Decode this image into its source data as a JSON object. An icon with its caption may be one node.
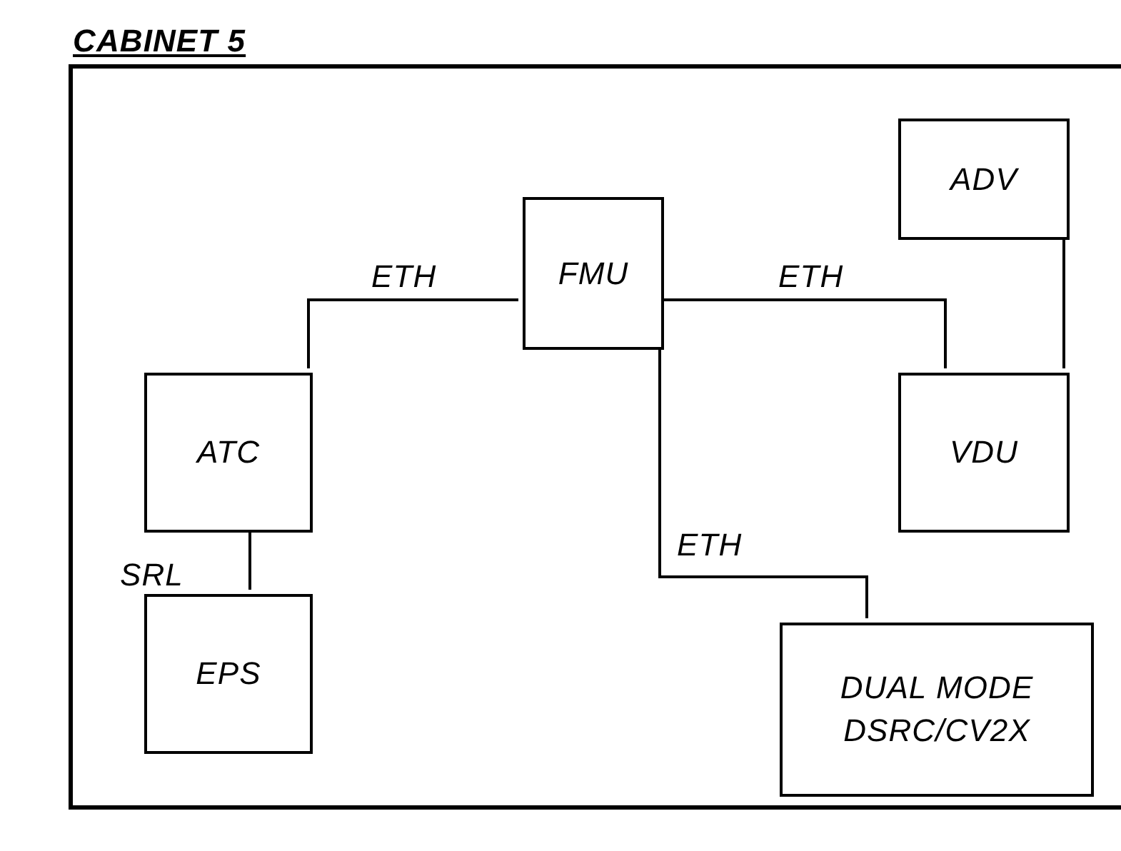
{
  "diagram": {
    "nodes": [
      {
        "text": [
          "CABINET 5"
        ]
      },
      {
        "text": [
          "FMU"
        ],
        "in": 0
      },
      {
        "text": [
          "ADV"
        ],
        "in": 0
      },
      {
        "text": [
          "ATC"
        ],
        "in": 0
      },
      {
        "text": [
          "VDU"
        ],
        "in": 0
      },
      {
        "text": [
          "EPS"
        ],
        "in": 0
      },
      {
        "text": [
          "DUAL MODE DSRC/CV2X"
        ],
        "in": 0
      }
    ],
    "edges": [
      {
        "from": 1,
        "to": 3,
        "arrow": "none",
        "label": "ETH"
      },
      {
        "from": 1,
        "to": 4,
        "arrow": "none",
        "label": "ETH"
      },
      {
        "from": 1,
        "to": 6,
        "arrow": "none",
        "label": "ETH"
      },
      {
        "from": 2,
        "to": 4,
        "arrow": "none"
      },
      {
        "from": 3,
        "to": 5,
        "arrow": "none",
        "label": "SRL"
      }
    ]
  }
}
